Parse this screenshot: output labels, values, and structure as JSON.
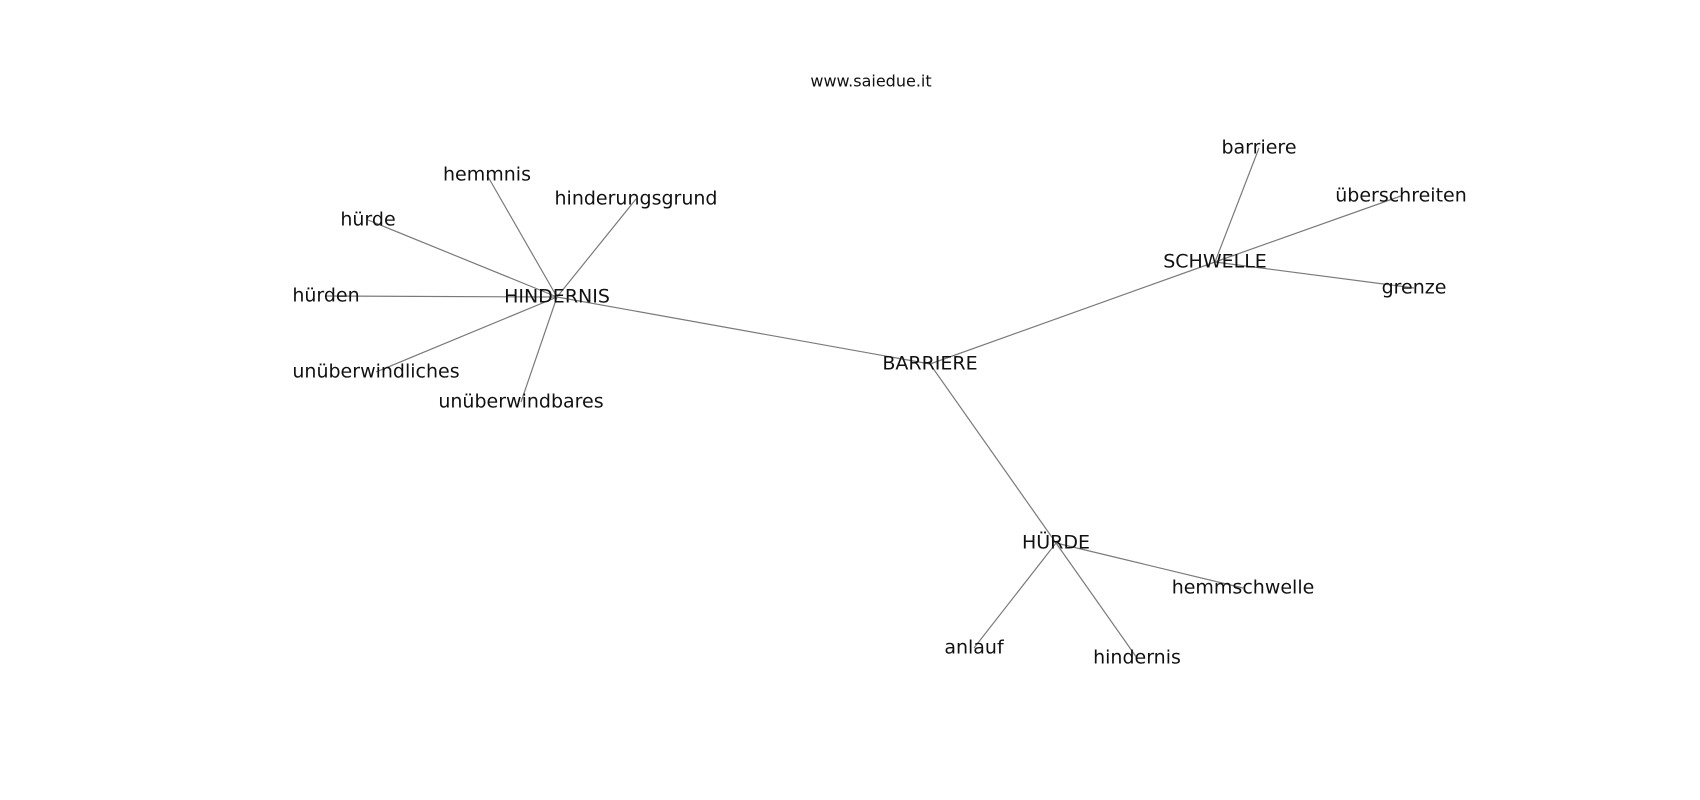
{
  "caption": "www.saiedue.it",
  "colors": {
    "edge": "#7a7a7a",
    "text": "#111111",
    "background": "#ffffff"
  },
  "nodes": [
    {
      "id": "barriere_root",
      "label": "BARRIERE"
    },
    {
      "id": "hindernis_hub",
      "label": "HINDERNIS"
    },
    {
      "id": "schwelle_hub",
      "label": "SCHWELLE"
    },
    {
      "id": "huerde_hub",
      "label": "HÜRDE"
    },
    {
      "id": "hemmnis",
      "label": "hemmnis"
    },
    {
      "id": "hinderungsgrund",
      "label": "hinderungsgrund"
    },
    {
      "id": "huerde_leaf",
      "label": "hürde"
    },
    {
      "id": "huerden",
      "label": "hürden"
    },
    {
      "id": "unueberwindliches",
      "label": "unüberwindliches"
    },
    {
      "id": "unueberwindbares",
      "label": "unüberwindbares"
    },
    {
      "id": "barriere_leaf",
      "label": "barriere"
    },
    {
      "id": "ueberschreiten",
      "label": "überschreiten"
    },
    {
      "id": "grenze",
      "label": "grenze"
    },
    {
      "id": "hemmschwelle",
      "label": "hemmschwelle"
    },
    {
      "id": "anlauf",
      "label": "anlauf"
    },
    {
      "id": "hindernis_leaf",
      "label": "hindernis"
    }
  ],
  "edges": [
    {
      "source": "barriere_root",
      "target": "hindernis_hub"
    },
    {
      "source": "barriere_root",
      "target": "schwelle_hub"
    },
    {
      "source": "barriere_root",
      "target": "huerde_hub"
    },
    {
      "source": "hindernis_hub",
      "target": "hemmnis"
    },
    {
      "source": "hindernis_hub",
      "target": "hinderungsgrund"
    },
    {
      "source": "hindernis_hub",
      "target": "huerde_leaf"
    },
    {
      "source": "hindernis_hub",
      "target": "huerden"
    },
    {
      "source": "hindernis_hub",
      "target": "unueberwindliches"
    },
    {
      "source": "hindernis_hub",
      "target": "unueberwindbares"
    },
    {
      "source": "schwelle_hub",
      "target": "barriere_leaf"
    },
    {
      "source": "schwelle_hub",
      "target": "ueberschreiten"
    },
    {
      "source": "schwelle_hub",
      "target": "grenze"
    },
    {
      "source": "huerde_hub",
      "target": "hemmschwelle"
    },
    {
      "source": "huerde_hub",
      "target": "anlauf"
    },
    {
      "source": "huerde_hub",
      "target": "hindernis_leaf"
    }
  ]
}
